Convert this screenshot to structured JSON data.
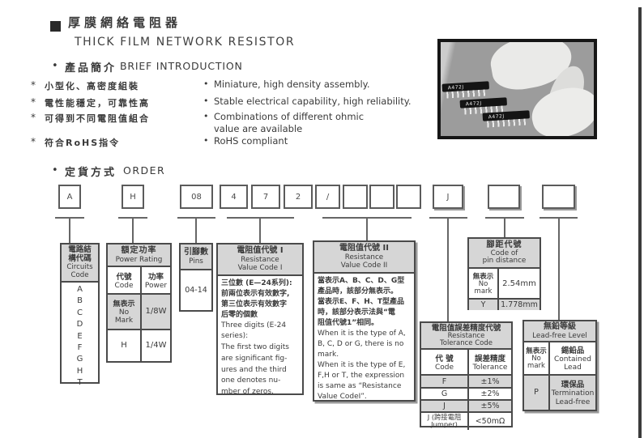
{
  "icons": {
    "square_bullet": "■",
    "dot_bullet": "•",
    "asterisk_bullet": "*"
  },
  "colors": {
    "header_fill": "#d6d6d6",
    "box_border": "#4a4a4a",
    "connector": "#666666",
    "photo_bg": "#9c9c9c"
  },
  "header": {
    "title_zh": "厚膜網絡電阻器",
    "title_en": "THICK FILM NETWORK RESISTOR"
  },
  "intro": {
    "heading_zh": "產品簡介",
    "heading_en": "BRIEF INTRODUCTION",
    "items": [
      {
        "zh": "小型化、高密度組裝",
        "en": [
          "Miniature, high density assembly."
        ]
      },
      {
        "zh": "電性能穩定，可靠性高",
        "en": [
          "Stable electrical capability, high reliability."
        ]
      },
      {
        "zh": "可得到不同電阻值組合",
        "en": [
          "Combinations of different ohmic",
          "value are available"
        ]
      },
      {
        "zh": "符合RoHS指令",
        "en": [
          "RoHS compliant"
        ]
      }
    ]
  },
  "photo": {
    "labels": [
      "A472J",
      "A472J",
      "A472J"
    ]
  },
  "order": {
    "heading_zh": "定貨方式",
    "heading_en": "ORDER",
    "boxes": [
      "A",
      "H",
      "08",
      "4",
      "7",
      "2",
      "/",
      "",
      "",
      "",
      "J",
      "",
      ""
    ]
  },
  "circuits": {
    "header_zh": [
      "電路結",
      "構代碼"
    ],
    "header_en": [
      "Circuits",
      "Code"
    ],
    "codes": [
      "A",
      "B",
      "C",
      "D",
      "E",
      "F",
      "G",
      "H",
      "T"
    ]
  },
  "power": {
    "header_zh": "額定功率",
    "header_en": "Power Rating",
    "col_code_zh": "代號",
    "col_code_en": "Code",
    "col_power_zh": "功率",
    "col_power_en": "Power",
    "rows": [
      {
        "code_zh": "無表示",
        "code_en": [
          "No",
          "Mark"
        ],
        "power": "1/8W"
      },
      {
        "code": "H",
        "power": "1/4W"
      }
    ]
  },
  "pins": {
    "header_zh": "引腳數",
    "header_en": "Pins",
    "value": "04-14"
  },
  "res_code_1": {
    "header_zh": "電阻值代號 I",
    "header_en": [
      "Resistance",
      "Value Code I"
    ],
    "body_zh": [
      "三位數 (E—24系列):",
      "前兩位表示有效數字,",
      "第三位表示有效數字",
      "后零的個數"
    ],
    "body_en": [
      "Three digits (E-24",
      "series):",
      "The first two digits",
      "are significant fig-",
      "ures and the third",
      "one denotes nu-",
      "mber of zeros."
    ]
  },
  "res_code_2": {
    "header_zh": "電阻值代號 II",
    "header_en": [
      "Resistance",
      "Value Code II"
    ],
    "body_zh": [
      "當表示A、B、C、D、G型",
      "產品時，該部分無表示。",
      "當表示E、F、H、T型產品",
      "時，該部分表示法與“電",
      "阻值代號1”相同。"
    ],
    "body_en": [
      "When it is the type of A,",
      "B, C, D or G, there is no",
      "mark.",
      "When it is the type of E,",
      "F,H or T, the expression",
      "is same as “Resistance",
      "Value CodeI”."
    ]
  },
  "pin_distance": {
    "header_zh": "腳距代號",
    "header_en": [
      "Code of",
      "pin distance"
    ],
    "rows": [
      {
        "code_zh": "無表示",
        "code_en": [
          "No",
          "mark"
        ],
        "value": "2.54mm"
      },
      {
        "code": "Y",
        "value": "1.778mm"
      }
    ]
  },
  "tolerance": {
    "header_zh": "電阻值誤差精度代號",
    "header_en": [
      "Resistance",
      "Tolerance Code"
    ],
    "col_code_zh": "代 號",
    "col_code_en": "Code",
    "col_tol_zh": "誤差精度",
    "col_tol_en": "Tolerance",
    "rows": [
      {
        "code": "F",
        "value": "±1%"
      },
      {
        "code": "G",
        "value": "±2%"
      },
      {
        "code": "J",
        "value": "±5%"
      },
      {
        "code_lines": [
          "J (跨接電阻",
          "Jumper)"
        ],
        "value": "<50mΩ"
      }
    ]
  },
  "lead_free": {
    "header_zh": "無鉛等級",
    "header_en": "Lead-free Level",
    "rows": [
      {
        "code_zh": "無表示",
        "code_en": [
          "No",
          "mark"
        ],
        "name_zh": "錫鉛品",
        "name_en": [
          "Contained",
          "Lead"
        ]
      },
      {
        "code": "P",
        "name_zh": "環保品",
        "name_en": [
          "Termination",
          "Lead-free"
        ]
      }
    ]
  }
}
